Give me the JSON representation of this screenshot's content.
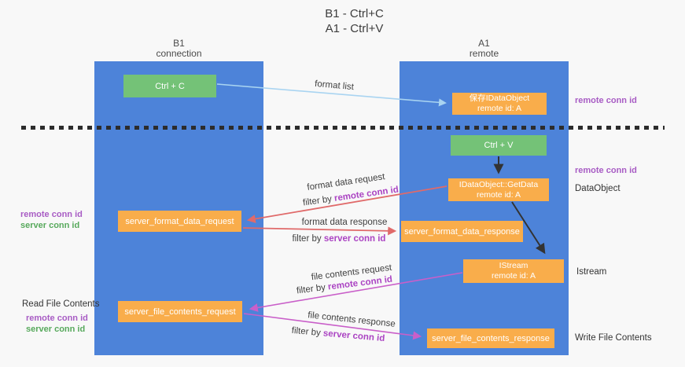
{
  "title": {
    "line1": "B1 - Ctrl+C",
    "line2": "A1 - Ctrl+V"
  },
  "lanes": {
    "left": {
      "title": "B1",
      "subtitle": "connection"
    },
    "right": {
      "title": "A1",
      "subtitle": "remote"
    }
  },
  "boxes": {
    "ctrl_c": {
      "label": "Ctrl + C"
    },
    "save_dataobject": {
      "line1": "保存IDataObject",
      "line2": "remote id: A"
    },
    "ctrl_v": {
      "label": "Ctrl + V"
    },
    "getdata": {
      "line1": "IDataObject::GetData",
      "line2": "remote id: A"
    },
    "format_request": {
      "label": "server_format_data_request"
    },
    "format_response": {
      "label": "server_format_data_response"
    },
    "istream": {
      "line1": "IStream",
      "line2": "remote id: A"
    },
    "file_request": {
      "label": "server_file_contents_request"
    },
    "file_response": {
      "label": "server_file_contents_response"
    }
  },
  "flow_labels": {
    "format_list": "format list",
    "format_data_request": "format data request",
    "format_data_response": "format data response",
    "file_contents_request": "file contents request",
    "file_contents_response": "file contents response",
    "filter_by": "filter by ",
    "remote_conn_id": "remote conn id",
    "server_conn_id": "server conn id"
  },
  "side_labels": {
    "remote_conn_id": "remote conn id",
    "server_conn_id": "server conn id",
    "dataobject": "DataObject",
    "istream": "Istream",
    "read_file_contents": "Read File Contents",
    "write_file_contents": "Write File Contents"
  },
  "colors": {
    "lane_blue": "#4d83d9",
    "box_orange": "#f9ad4b",
    "box_green": "#74c277",
    "purple_text": "#a85cc4",
    "green_text": "#57a95c",
    "arrow_blue": "#a9d4f1",
    "arrow_black": "#333333",
    "arrow_red": "#e06a6a",
    "arrow_magenta": "#c95fc9"
  }
}
